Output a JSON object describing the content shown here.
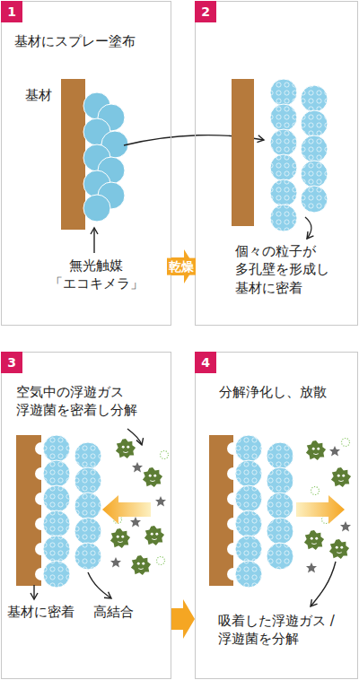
{
  "diagram": {
    "nodes": [
      {
        "text": [
          "基材にスプレー塗布"
        ]
      },
      {
        "text": [
          "1"
        ],
        "in": 0
      },
      {
        "text": [
          "個々の粒子が 多孔壁を形成し 基材に密着"
        ]
      },
      {
        "text": [
          "2"
        ],
        "in": 2
      },
      {
        "text": [
          "空気中の浮遊ガス 浮遊菌を密着し分解"
        ]
      },
      {
        "text": [
          "3"
        ],
        "in": 4
      },
      {
        "text": [
          "分解浄化し、放散"
        ]
      },
      {
        "text": [
          "4"
        ],
        "in": 6
      }
    ],
    "edges": [
      {
        "from": 0,
        "to": 2,
        "label": "乾燥",
        "arrow": "to"
      },
      {
        "from": 4,
        "to": 6,
        "arrow": "to"
      }
    ],
    "labels": [
      "基材",
      "無光触媒 「エコキメラ」",
      "基材に密着",
      "高結合",
      "吸着した浮遊ガス / 浮遊菌を分解"
    ]
  }
}
